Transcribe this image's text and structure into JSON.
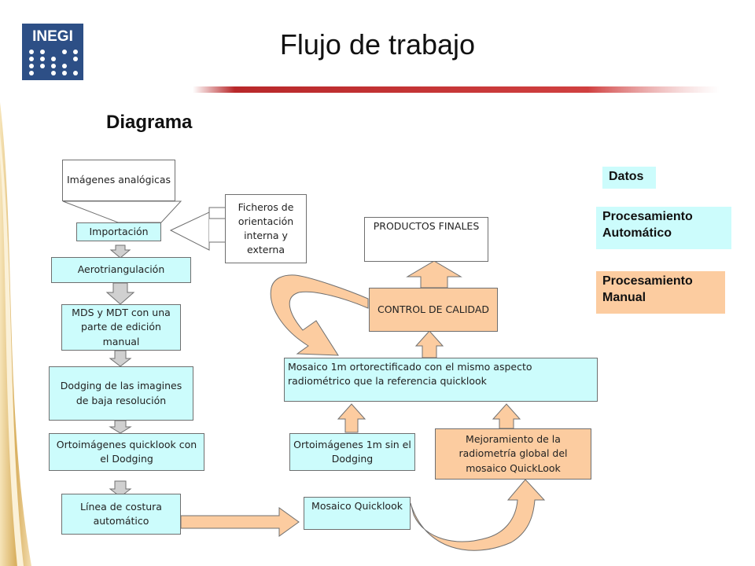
{
  "header": {
    "logo_text": "INEGI",
    "title": "Flujo de trabajo",
    "subtitle": "Diagrama"
  },
  "legend": {
    "datos": "Datos",
    "automatico": "Procesamiento Automático",
    "manual": "Procesamiento Manual"
  },
  "nodes": {
    "imagenes": "Imágenes analógicas",
    "importacion": "Importación",
    "ficheros": "Ficheros de orientación interna y externa",
    "aerotri": "Aerotriangulación",
    "mds": "MDS y MDT con una parte de edición manual",
    "dodging": "Dodging de las imagines de baja resolución",
    "orto_quick": "Ortoimágenes quicklook con el Dodging",
    "linea": "Línea de costura automático",
    "productos": "PRODUCTOS FINALES",
    "control": "CONTROL DE CALIDAD",
    "mosaico1m": "Mosaico 1m ortorectificado con el mismo aspecto radiométrico que la referencia quicklook",
    "orto1m": "Ortoimágenes 1m sin el Dodging",
    "mejoramiento": "Mejoramiento de la radiometría global del mosaico QuickLook",
    "mosaico_quick": "Mosaico Quicklook"
  },
  "colors": {
    "datos": "#ffffff",
    "automatico": "#ccfcfc",
    "manual": "#fccca0",
    "accent_bar": "#b8282a",
    "side_swoosh": "#c99a3a"
  }
}
